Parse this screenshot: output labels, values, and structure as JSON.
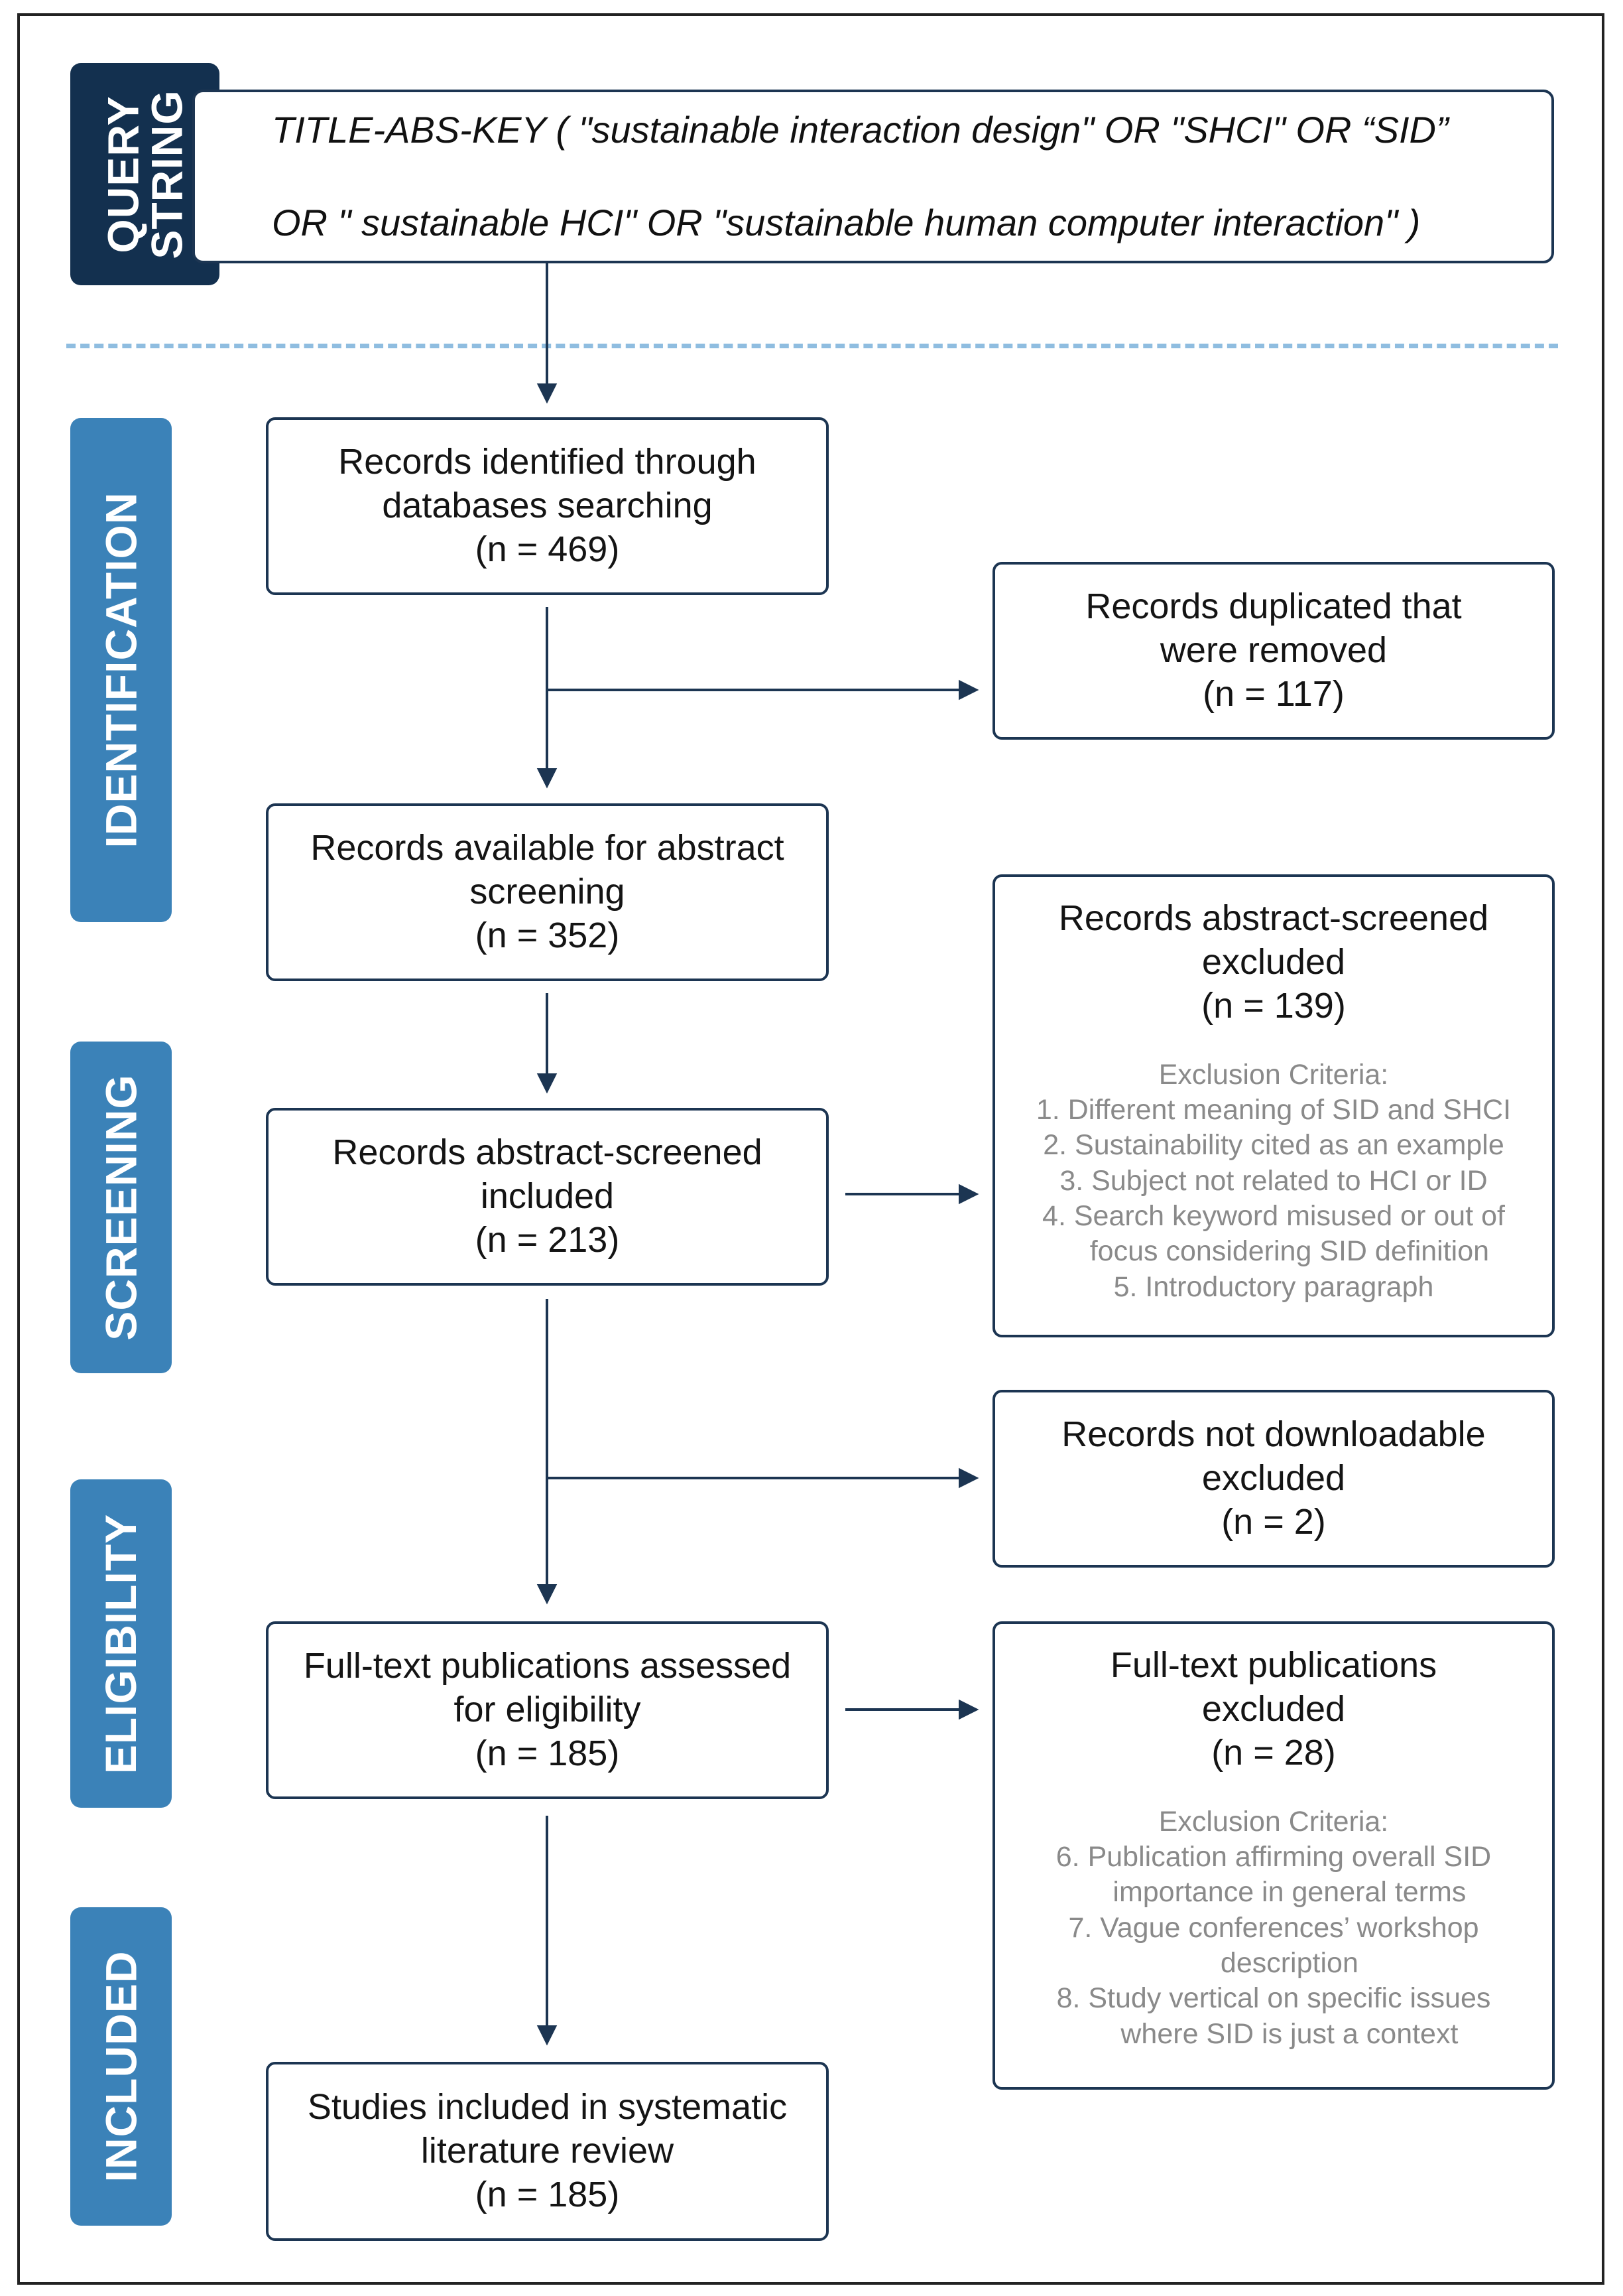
{
  "stages": {
    "query": "QUERY\nSTRING",
    "identification": "IDENTIFICATION",
    "screening": "SCREENING",
    "eligibility": "ELIGIBILITY",
    "included": "INCLUDED"
  },
  "query": {
    "line1": "TITLE-ABS-KEY ( \"sustainable interaction design\" OR \"SHCI\" OR “SID”",
    "line2": "OR \" sustainable HCI\" OR \"sustainable human computer interaction\" )"
  },
  "main": {
    "identified": {
      "title": "Records identified through\ndatabases searching",
      "count": "(n = 469)"
    },
    "available": {
      "title": "Records available for abstract\nscreening",
      "count": "(n = 352)"
    },
    "screened_included": {
      "title": "Records abstract-screened\nincluded",
      "count": "(n = 213)"
    },
    "fulltext_assessed": {
      "title": "Full-text publications assessed\nfor eligibility",
      "count": "(n = 185)"
    },
    "included": {
      "title": "Studies included in systematic\nliterature review",
      "count": "(n = 185)"
    }
  },
  "side": {
    "duplicates": {
      "title": "Records duplicated that\nwere removed",
      "count": "(n = 117)"
    },
    "abstract_excluded": {
      "title": "Records abstract-screened\nexcluded",
      "count": "(n = 139)",
      "criteria_title": "Exclusion Criteria:",
      "criteria": [
        "1. Different meaning of SID and SHCI",
        "2. Sustainability cited as an example",
        "3. Subject not related to HCI or ID",
        "4. Search keyword misused or out of",
        "    focus considering SID definition",
        "5. Introductory paragraph"
      ]
    },
    "not_downloadable": {
      "title": "Records not downloadable\nexcluded",
      "count": "(n = 2)"
    },
    "fulltext_excluded": {
      "title": "Full-text publications\nexcluded",
      "count": "(n = 28)",
      "criteria_title": "Exclusion Criteria:",
      "criteria": [
        "6. Publication affirming overall SID",
        "    importance in general terms",
        "7. Vague conferences’ workshop",
        "    description",
        "8. Study vertical on specific issues",
        "    where SID is just a context"
      ]
    }
  },
  "colors": {
    "stage_bar": "#3b82b8",
    "query_bar": "#13304f",
    "box_border": "#1c3552",
    "divider": "#8fbde0",
    "criteria_text": "#8a8a8a"
  }
}
